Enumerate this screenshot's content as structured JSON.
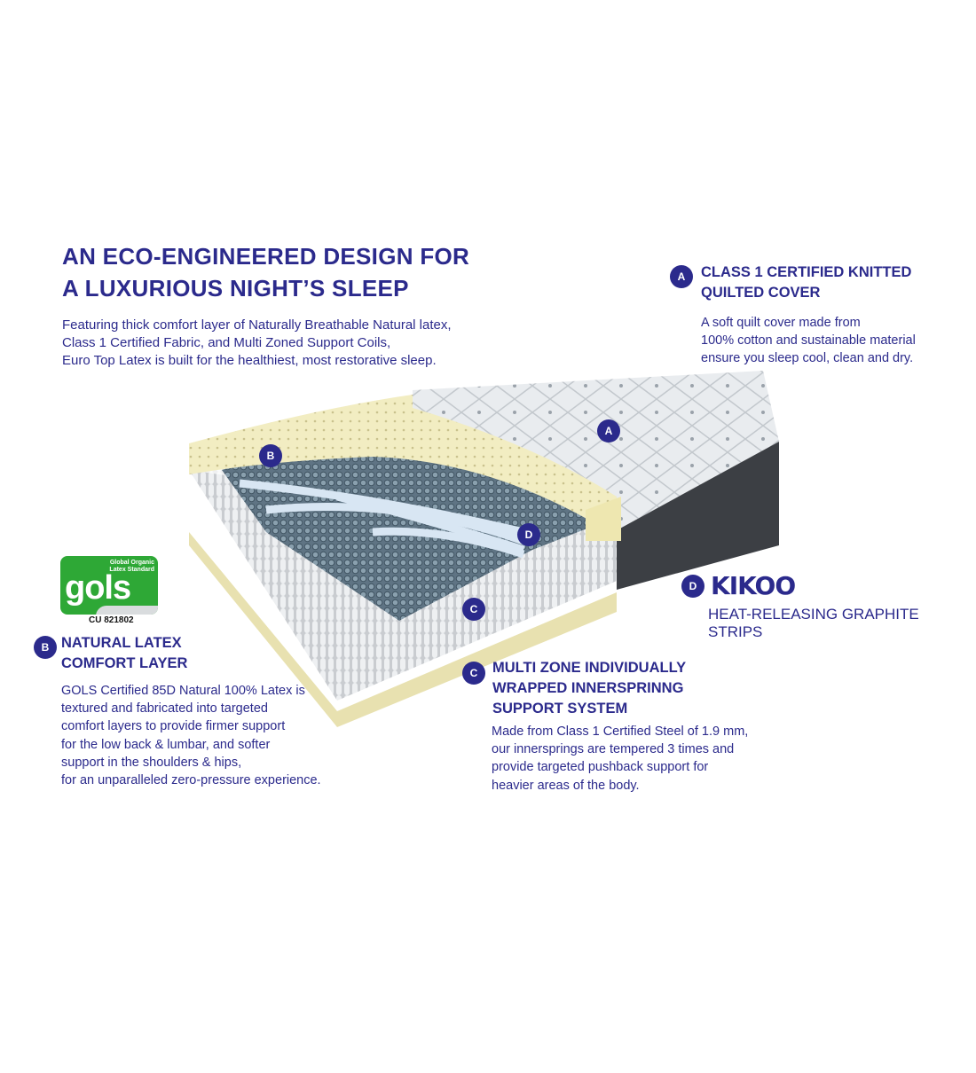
{
  "colors": {
    "navy": "#2b2a8c",
    "gols_green": "#2ea836"
  },
  "headline": {
    "line1": "AN ECO-ENGINEERED DESIGN FOR",
    "line2": "A LUXURIOUS NIGHT’S SLEEP"
  },
  "intro": [
    "Featuring thick comfort layer of Naturally Breathable Natural latex,",
    "Class 1 Certified Fabric, and Multi Zoned Support Coils,",
    "Euro Top Latex is built for the healthiest, most restorative sleep."
  ],
  "feature_a": {
    "badge": "A",
    "title": [
      "CLASS 1 CERTIFIED KNITTED",
      "QUILTED COVER"
    ],
    "text": [
      "A soft quilt cover made from",
      "100% cotton and sustainable material",
      "ensure you sleep cool, clean and dry."
    ]
  },
  "feature_b": {
    "badge": "B",
    "title": [
      "NATURAL LATEX",
      "COMFORT LAYER"
    ],
    "text": [
      "GOLS Certified 85D Natural 100% Latex is",
      "textured and fabricated into targeted",
      "comfort layers to provide firmer support",
      "for the low back & lumbar, and softer",
      "support in the shoulders & hips,",
      "for an unparalleled zero-pressure experience."
    ]
  },
  "feature_c": {
    "badge": "C",
    "title": [
      "MULTI ZONE INDIVIDUALLY",
      "WRAPPED INNERSPRINNG",
      "SUPPORT SYSTEM"
    ],
    "text": [
      "Made from Class 1 Certified Steel of 1.9 mm,",
      "our innersprings are tempered 3 times and",
      "provide targeted pushback support for",
      "heavier areas of the body."
    ]
  },
  "feature_d": {
    "badge": "D",
    "brand": "KIKOO",
    "text": "HEAT-RELEASING GRAPHITE STRIPS"
  },
  "gols_logo": {
    "wordmark": "gols",
    "tagline": "Global Organic Latex Standard",
    "cert": "CU 821802"
  },
  "illustration_badges": [
    "A",
    "B",
    "C",
    "D"
  ]
}
